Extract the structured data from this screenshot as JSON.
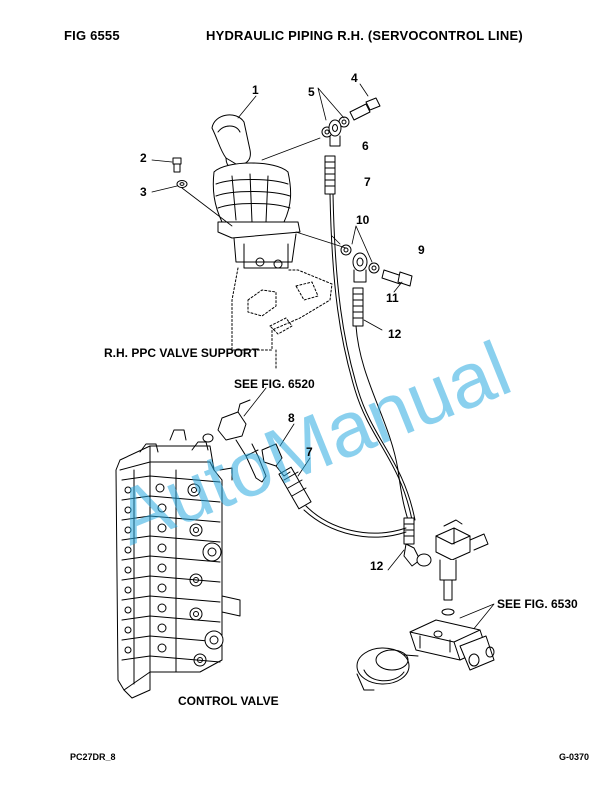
{
  "header": {
    "fig_label": "FIG    6555",
    "title": "HYDRAULIC PIPING R.H. (SERVOCONTROL LINE)"
  },
  "labels": {
    "ppc_support": "R.H. PPC VALVE SUPPORT",
    "see_6520": "SEE FIG. 6520",
    "see_6530": "SEE FIG. 6530",
    "control_valve": "CONTROL VALVE"
  },
  "callouts": {
    "c1": "1",
    "c2": "2",
    "c3": "3",
    "c4": "4",
    "c5": "5",
    "c6": "6",
    "c7a": "7",
    "c7b": "7",
    "c8": "8",
    "c9": "9",
    "c10": "10",
    "c11": "11",
    "c12a": "12",
    "c12b": "12"
  },
  "watermark": "AutoManual",
  "footer": {
    "left": "PC27DR_8",
    "right": "G-0370"
  },
  "colors": {
    "line": "#000000",
    "watermark": "#29a9e0"
  }
}
